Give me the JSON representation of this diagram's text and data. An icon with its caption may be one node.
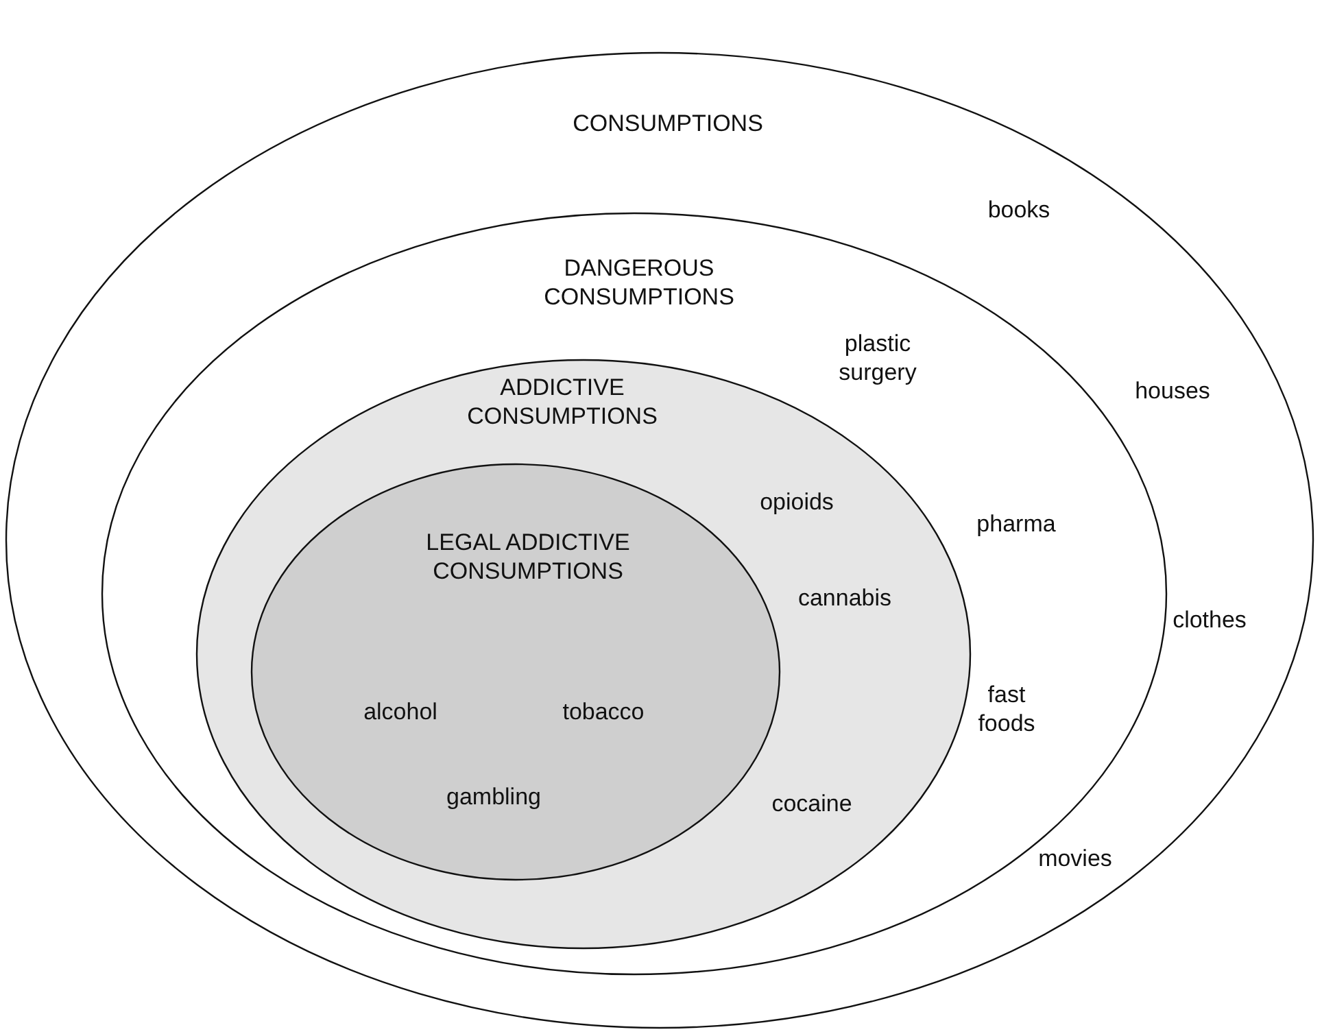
{
  "diagram": {
    "nodes": [
      {
        "text": [
          "CONSUMPTIONS",
          "books",
          "houses",
          "clothes",
          "movies"
        ]
      },
      {
        "text": [
          "DANGEROUS CONSUMPTIONS",
          "plastic surgery",
          "pharma",
          "fast foods"
        ],
        "in": 0
      },
      {
        "text": [
          "ADDICTIVE CONSUMPTIONS",
          "opioids",
          "cannabis",
          "cocaine"
        ],
        "in": 1
      },
      {
        "text": [
          "LEGAL ADDICTIVE CONSUMPTIONS",
          "alcohol",
          "tobacco",
          "gambling"
        ],
        "in": 2
      }
    ]
  }
}
